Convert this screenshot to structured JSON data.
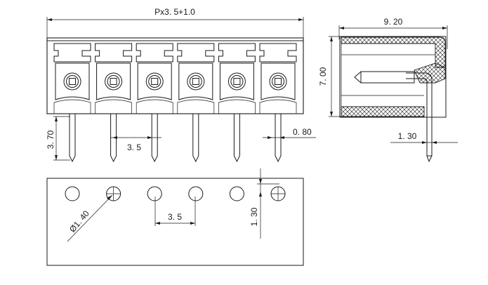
{
  "front_view": {
    "overall_width_label": "Px3. 5+1.0",
    "pin_length_label": "3. 70",
    "pitch_label": "3. 5",
    "pin_width_label": "0. 80",
    "pole_count": 6
  },
  "side_view": {
    "depth_label": "9. 20",
    "height_label": "7. 00",
    "pin_offset_label": "1. 30"
  },
  "pcb_layout": {
    "hole_diameter_label": "Ø1. 40",
    "pitch_label": "3. 5",
    "row_offset_label": "1. 30",
    "hole_count": 6
  },
  "colors": {
    "line": "#1a1a1a",
    "background": "#ffffff"
  }
}
